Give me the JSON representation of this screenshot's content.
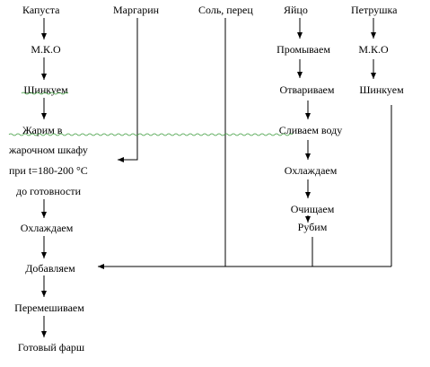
{
  "columns": {
    "cabbage": "Капуста",
    "margarine": "Маргарин",
    "salt_pepper": "Соль, перец",
    "egg": "Яйцо",
    "parsley": "Петрушка"
  },
  "cabbage_steps": {
    "mko": "М.К.О",
    "shred": "Шинкуем",
    "fry_line1": "Жарим в",
    "fry_line2": "жарочном шкафу",
    "fry_line3": "при t=180-200 °С",
    "fry_line4": "до готовности",
    "cool": "Охлаждаем",
    "add": "Добавляем",
    "mix": "Перемешиваем",
    "ready": "Готовый фарш"
  },
  "egg_steps": {
    "wash": "Промываем",
    "boil": "Отвариваем",
    "drain": "Сливаем воду",
    "cool": "Охлаждаем",
    "peel": "Очищаем",
    "chop": "Рубим"
  },
  "parsley_steps": {
    "mko": "М.К.О",
    "shred": "Шинкуем"
  }
}
